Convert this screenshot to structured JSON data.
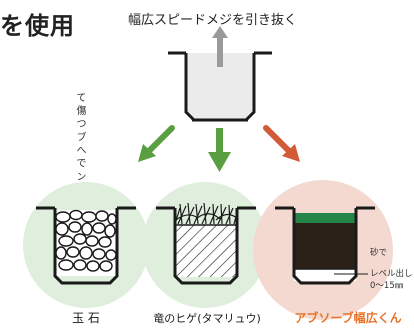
{
  "heading": "を使用",
  "top_label": "幅広スピードメジを引き抜く",
  "side_text": "て\n傷\nつ\nブ\n\nへ\nで\nン\nら\nも",
  "captions": {
    "stones": "玉 石",
    "grass": "竜のヒゲ(タマリュウ)",
    "product": "アブソーブ幅広くん"
  },
  "annotation": {
    "line1": "砂で",
    "line2": "レベル出し",
    "line3": "0〜15㎜"
  },
  "colors": {
    "circle_green": "#dfeedd",
    "circle_pink": "#f4d9d0",
    "arrow_green": "#5a9e42",
    "arrow_orange": "#d35a36",
    "arrow_gray": "#9a9a9a",
    "product_accent": "#e8732a",
    "soil": "#2b2119",
    "top_layer": "#26864a"
  }
}
